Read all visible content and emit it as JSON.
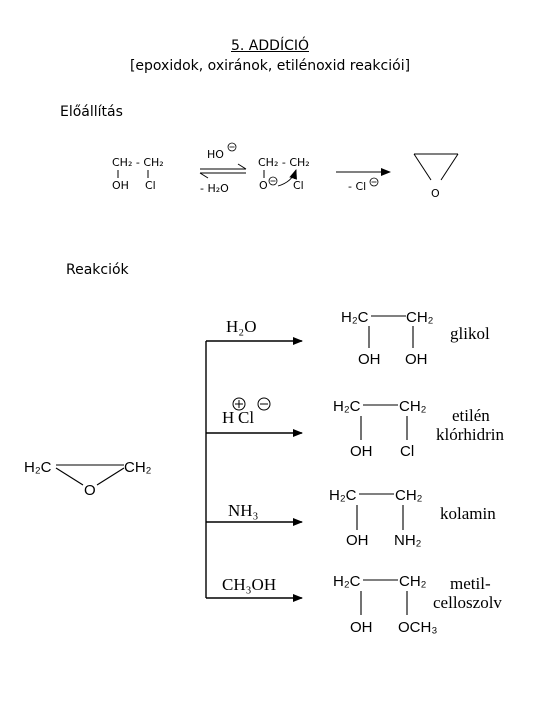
{
  "header": {
    "title": "5. ADDÍCIÓ",
    "subtitle": "[epoxidok, oxiránok, etilénoxid reakciói]"
  },
  "sections": {
    "preparation": "Előállítás",
    "reactions": "Reakciók"
  },
  "preparation_scheme": {
    "start": {
      "top": "CH₂ - CH₂",
      "left_sub": "OH",
      "right_sub": "Cl"
    },
    "reagent_top": "HO",
    "reagent_bottom": "- H₂O",
    "intermediate": {
      "top": "CH₂ - CH₂",
      "left_sub": "O",
      "right_sub": "Cl"
    },
    "leaving": "- Cl",
    "product_atom": "O"
  },
  "reaction_scheme": {
    "epoxide": {
      "left": "H₂C",
      "right": "CH₂",
      "atom": "O"
    },
    "reactions": [
      {
        "reagent": "H₂O",
        "product_left": "H₂C",
        "product_right": "CH₂",
        "sub_left": "OH",
        "sub_right": "OH",
        "name_line1": "glikol",
        "name_line2": ""
      },
      {
        "reagent_h": "H",
        "reagent_cl": "Cl",
        "product_left": "H₂C",
        "product_right": "CH₂",
        "sub_left": "OH",
        "sub_right": "Cl",
        "name_line1": "etilén",
        "name_line2": "klórhidrin"
      },
      {
        "reagent": "NH₃",
        "product_left": "H₂C",
        "product_right": "CH₂",
        "sub_left": "OH",
        "sub_right": "NH₂",
        "name_line1": "kolamin",
        "name_line2": ""
      },
      {
        "reagent": "CH₃OH",
        "product_left": "H₂C",
        "product_right": "CH₂",
        "sub_left": "OH",
        "sub_right": "OCH₃",
        "name_line1": "metil-",
        "name_line2": "celloszolv"
      }
    ]
  }
}
